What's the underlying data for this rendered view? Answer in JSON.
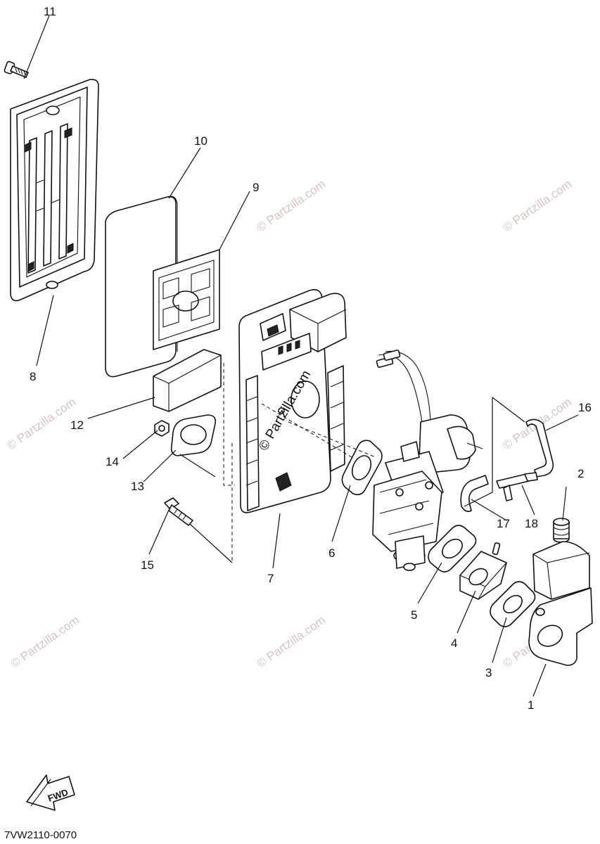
{
  "diagram": {
    "callouts": [
      "1",
      "2",
      "3",
      "4",
      "5",
      "6",
      "7",
      "8",
      "9",
      "10",
      "11",
      "12",
      "13",
      "14",
      "15",
      "16",
      "17",
      "18"
    ],
    "fwd_label": "FWD",
    "diagram_code": "7VW2110-0070",
    "watermark_text": "© Partzilla.com",
    "center_watermark_text": "© Partzilla.com"
  }
}
